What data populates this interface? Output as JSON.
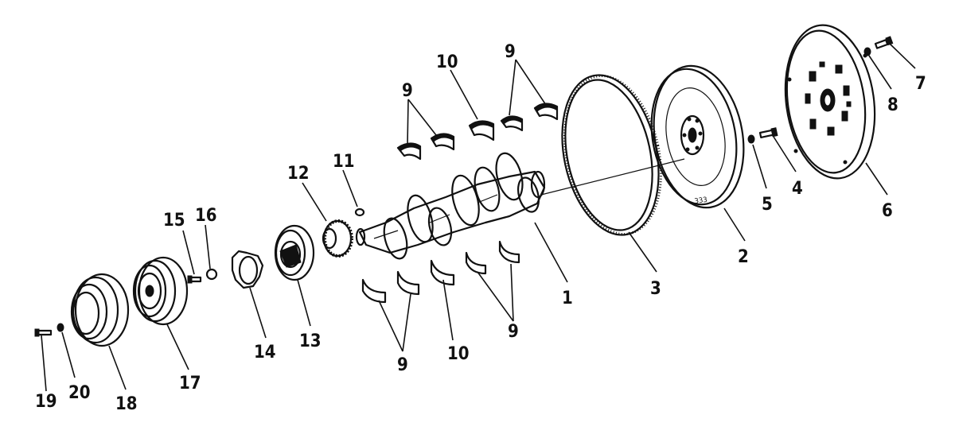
{
  "diagram": {
    "callouts": {
      "c1": "1",
      "c2": "2",
      "c3": "3",
      "c4": "4",
      "c5": "5",
      "c6": "6",
      "c7": "7",
      "c8": "8",
      "c9a": "9",
      "c9b": "9",
      "c9c": "9",
      "c9d": "9",
      "c10a": "10",
      "c10b": "10",
      "c11": "11",
      "c12": "12",
      "c13": "13",
      "c14": "14",
      "c15": "15",
      "c16": "16",
      "c17": "17",
      "c18": "18",
      "c19": "19",
      "c20": "20"
    },
    "flywheel_stamp": "333"
  }
}
